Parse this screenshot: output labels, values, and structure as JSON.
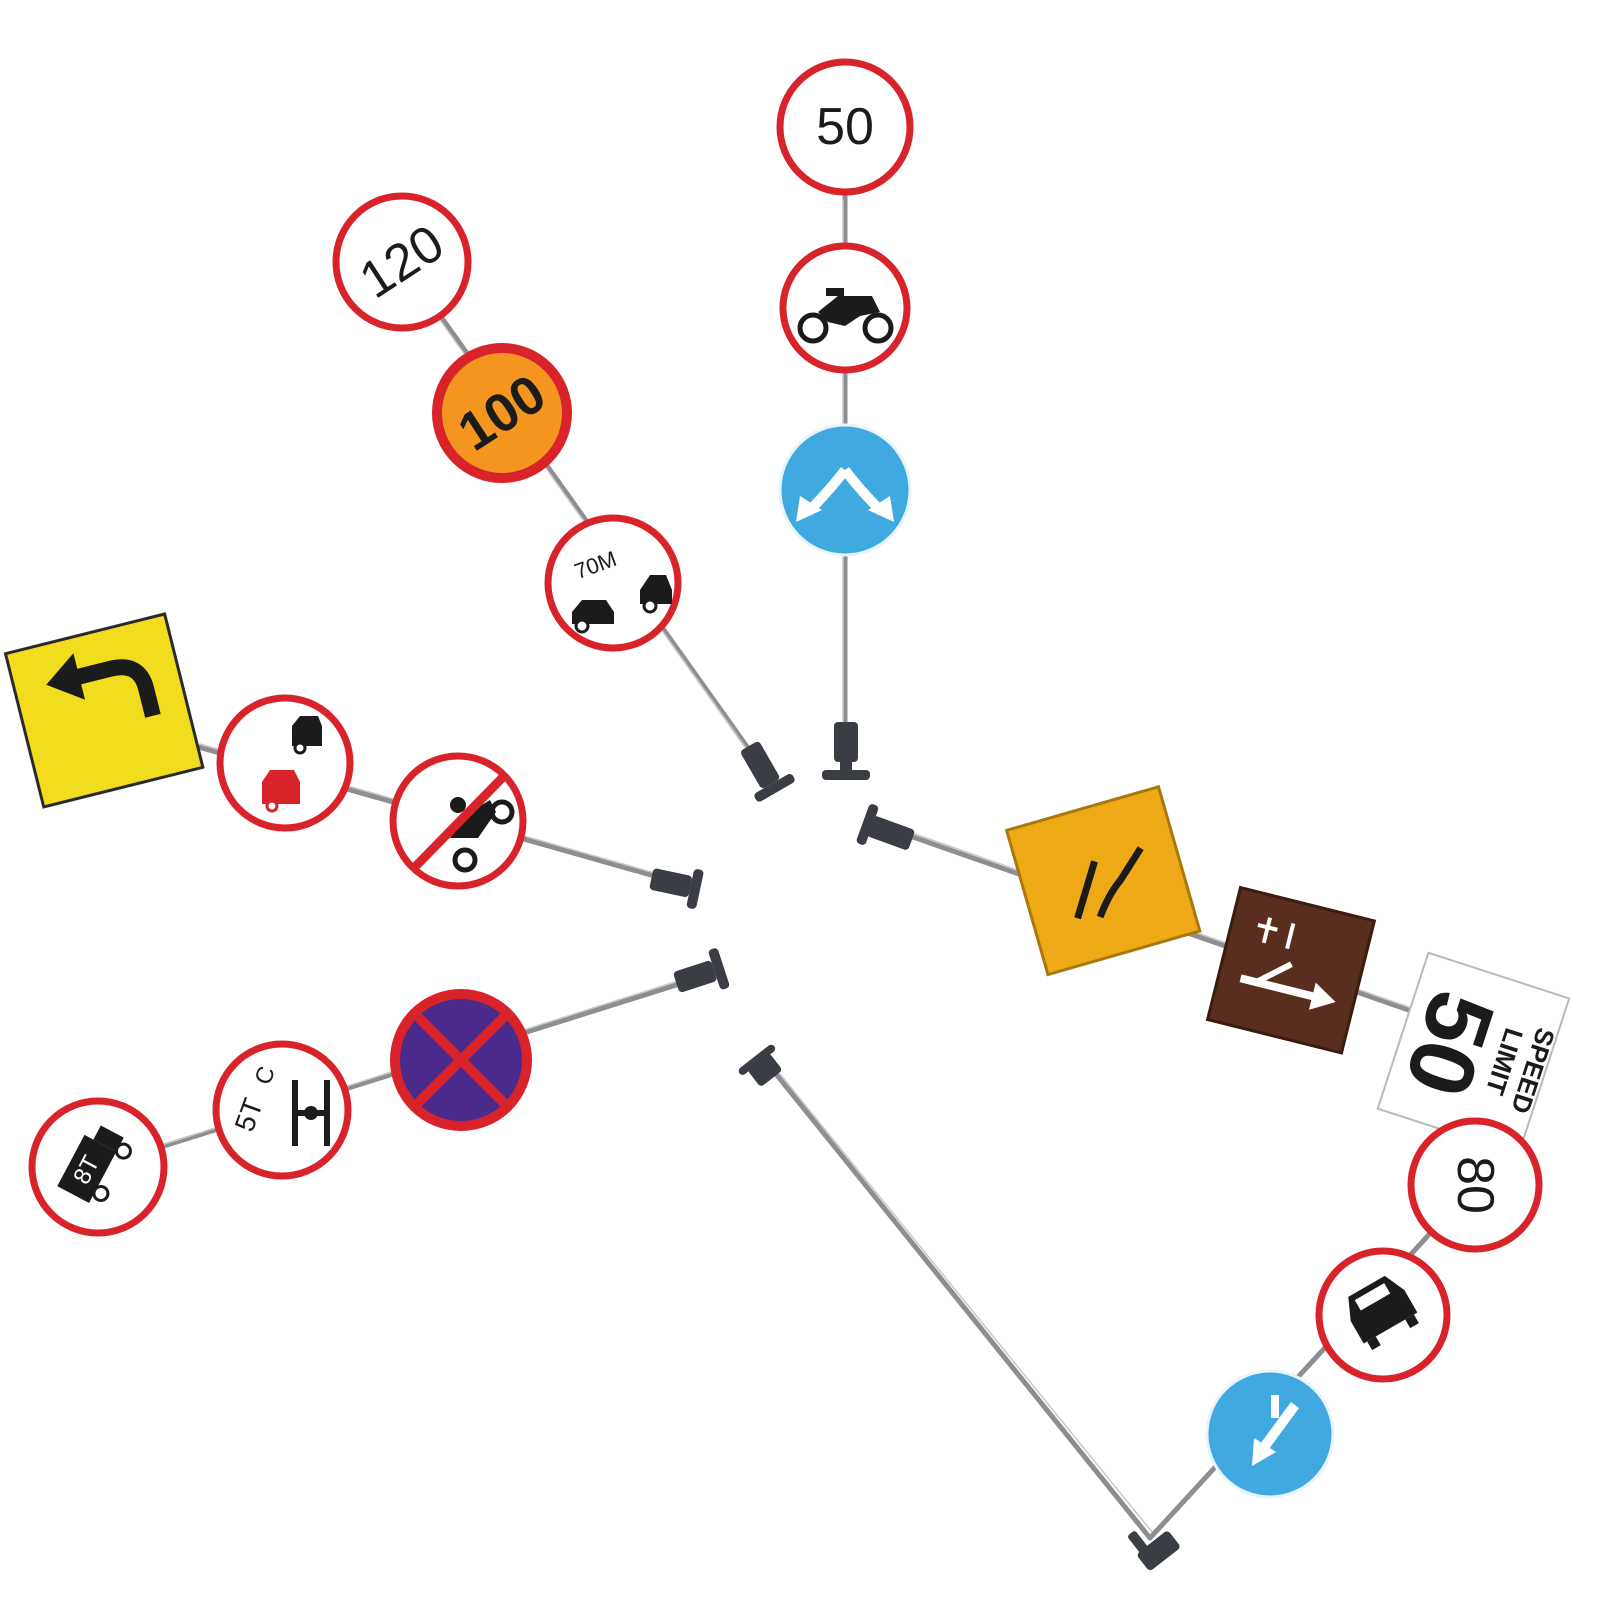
{
  "signs": {
    "speed_50": "50",
    "speed_120": "120",
    "speed_100": "100",
    "no_overtake_distance": "70M",
    "weight_8t": "8T",
    "axle_5t": "5T",
    "axle_5t_c": "C",
    "speed_limit_line1": "SPEED",
    "speed_limit_line2": "LIMIT",
    "speed_limit_value": "50",
    "speed_80": "80"
  },
  "colors": {
    "background": "#ffffff",
    "sign_red": "#d8232a",
    "sign_white": "#ffffff",
    "sign_blue": "#3fa9e0",
    "sign_orange": "#f4951f",
    "sign_yellow": "#f2dc1e",
    "sign_brown": "#5a2e1e",
    "sign_amber": "#eeaa16",
    "sign_purple": "#4a2b8c",
    "pole_metal": "#8e8e92",
    "base_plastic": "#3a3d44"
  },
  "icons": [
    "motorcycle-icon",
    "diverging-arrows-icon",
    "car-overtake-icon",
    "curve-left-arrow-icon",
    "two-cars-icon",
    "no-motorcycle-icon",
    "truck-icon",
    "axle-icon",
    "no-stopping-icon",
    "road-narrow-icon",
    "tourist-arrow-icon",
    "car-front-icon",
    "keep-left-arrow-icon"
  ]
}
